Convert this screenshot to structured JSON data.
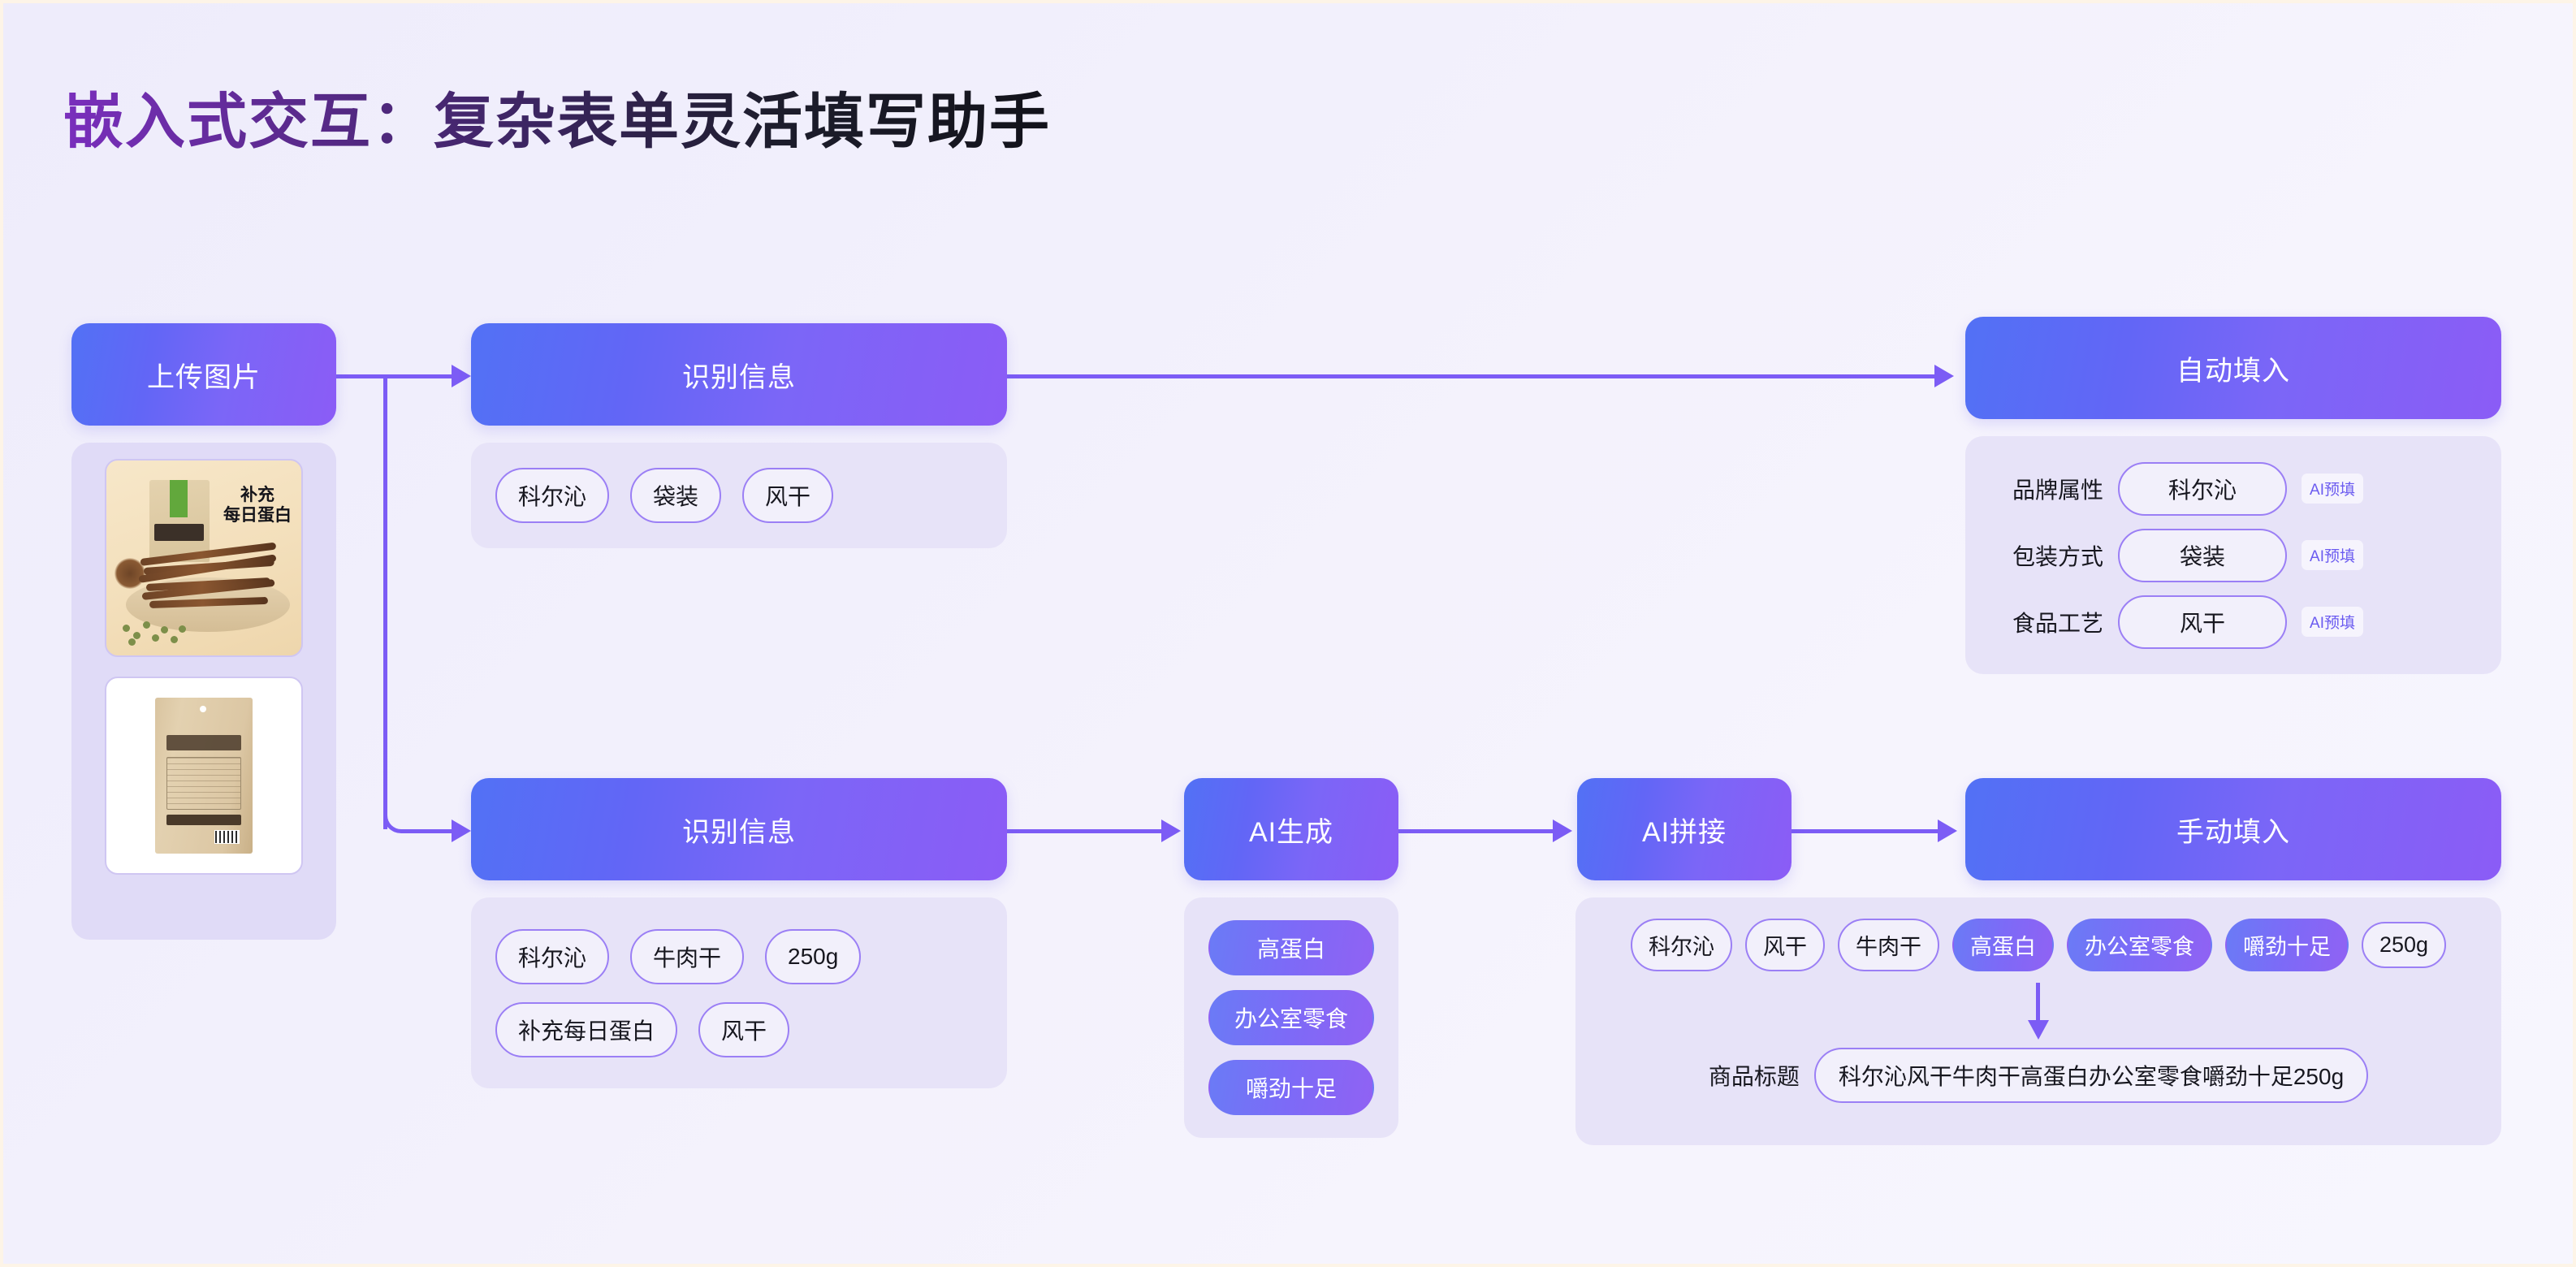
{
  "page": {
    "title": "嵌入式交互：复杂表单灵活填写助手",
    "accent_color": "#7c5cf5",
    "node_gradient_from": "#5271f5",
    "node_gradient_to": "#8b5cf6",
    "panel_color": "#e7e3f8",
    "background_color": "#eeecfb"
  },
  "upload": {
    "node_label": "上传图片",
    "thumbnails": [
      {
        "name": "beef-jerky-hero",
        "caption_line1": "补充",
        "caption_line2": "每日蛋白",
        "alt": "风干牛肉干盘装主图"
      },
      {
        "name": "kraft-bag-back",
        "alt": "牛皮纸袋装背面营养成分表"
      }
    ]
  },
  "recognize_top": {
    "node_label": "识别信息",
    "tags": [
      "科尔沁",
      "袋装",
      "风干"
    ]
  },
  "auto_fill": {
    "node_label": "自动填入",
    "badge_label": "AI预填",
    "rows": [
      {
        "label": "品牌属性",
        "value": "科尔沁",
        "badge": "AI预填"
      },
      {
        "label": "包装方式",
        "value": "袋装",
        "badge": "AI预填"
      },
      {
        "label": "食品工艺",
        "value": "风干",
        "badge": "AI预填"
      }
    ]
  },
  "recognize_bottom": {
    "node_label": "识别信息",
    "tags": [
      "科尔沁",
      "牛肉干",
      "250g",
      "补充每日蛋白",
      "风干"
    ]
  },
  "ai_generate": {
    "node_label": "AI生成",
    "tags": [
      "高蛋白",
      "办公室零食",
      "嚼劲十足"
    ]
  },
  "ai_concat": {
    "node_label": "AI拼接"
  },
  "manual_fill": {
    "node_label": "手动填入",
    "tags": [
      {
        "text": "科尔沁",
        "style": "outline"
      },
      {
        "text": "风干",
        "style": "outline"
      },
      {
        "text": "牛肉干",
        "style": "outline"
      },
      {
        "text": "高蛋白",
        "style": "filled"
      },
      {
        "text": "办公室零食",
        "style": "filled"
      },
      {
        "text": "嚼劲十足",
        "style": "filled"
      },
      {
        "text": "250g",
        "style": "outline"
      }
    ],
    "title_label": "商品标题",
    "title_value": "科尔沁风干牛肉干高蛋白办公室零食嚼劲十足250g"
  }
}
